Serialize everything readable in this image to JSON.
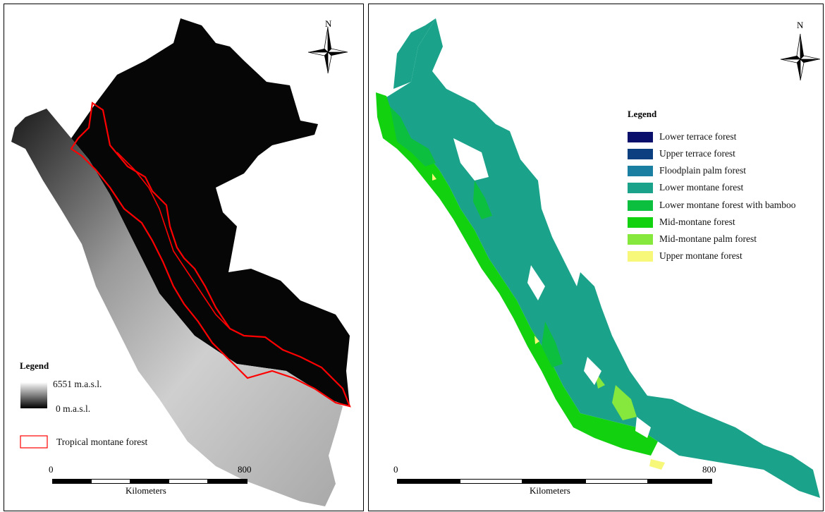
{
  "left_map": {
    "legend_title": "Legend",
    "elevation_high": "6551 m.a.s.l.",
    "elevation_low": "0 m.a.s.l.",
    "montane_label": "Tropical montane forest",
    "scale_start": "0",
    "scale_end": "800",
    "scale_unit": "Kilometers",
    "north": "N"
  },
  "right_map": {
    "legend_title": "Legend",
    "classes": [
      {
        "label": "Lower terrace forest",
        "color": "#0a0f6b"
      },
      {
        "label": "Upper terrace forest",
        "color": "#0b3f80"
      },
      {
        "label": "Floodplain palm forest",
        "color": "#1a7fa0"
      },
      {
        "label": "Lower montane forest",
        "color": "#1aa38a"
      },
      {
        "label": "Lower montane forest with bamboo",
        "color": "#0dbf3e"
      },
      {
        "label": "Mid-montane forest",
        "color": "#12d20f"
      },
      {
        "label": "Mid-montane palm forest",
        "color": "#86e83c"
      },
      {
        "label": "Upper montane forest",
        "color": "#f7f77a"
      }
    ],
    "scale_start": "0",
    "scale_end": "800",
    "scale_unit": "Kilometers",
    "north": "N"
  },
  "colors": {
    "montane_outline": "#ff0000",
    "lowland": "#050505",
    "highland": "#d8d8d8"
  }
}
